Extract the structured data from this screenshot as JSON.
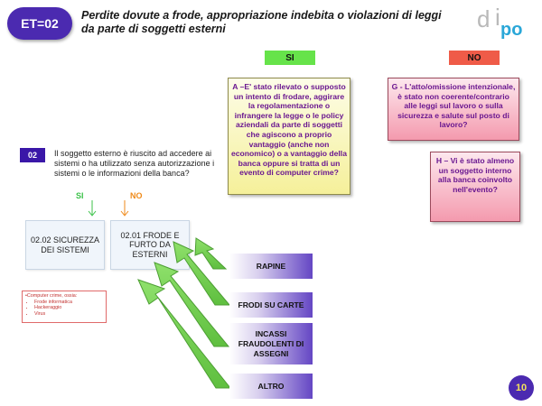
{
  "header": {
    "badge": "ET=02",
    "title": "Perdite dovute a frode, appropriazione indebita o violazioni di leggi da parte di soggetti esterni",
    "logo": {
      "d": "d",
      "i": "i",
      "po": "po"
    }
  },
  "tags": {
    "si": "SI",
    "no": "NO"
  },
  "boxes": {
    "a": "A –E' stato rilevato o supposto un intento di frodare, aggirare la regolamentazione o infrangere la legge o le policy aziendali da parte di soggetti che agiscono a proprio vantaggio (anche non economico) o a vantaggio della banca oppure si tratta di un evento di computer crime?",
    "g": "G - L'atto/omissione intenzionale, è stato non coerente/contrario alle leggi sul lavoro o sulla sicurezza e salute sul posto di lavoro?",
    "h": "H – Vi è stato almeno un soggetto interno alla banca coinvolto nell'evento?"
  },
  "question": {
    "num": "02",
    "text": "Il soggetto esterno è riuscito ad accedere ai sistemi o ha utilizzato senza autorizzazione i sistemi o le informazioni della banca?",
    "si": "SI",
    "no": "NO"
  },
  "results": {
    "r1": "02.02 SICUREZZA DEI SISTEMI",
    "r2": "02.01 FRODE E FURTO DA ESTERNI"
  },
  "note": {
    "title": "•Computer crime, ossia:",
    "items": [
      "Frode informatica",
      "Hackeraggio",
      "Virus"
    ]
  },
  "categories": [
    "RAPINE",
    "FRODI SU CARTE",
    "INCASSI FRAUDOLENTI DI ASSEGNI",
    "ALTRO"
  ],
  "page_number": "10",
  "colors": {
    "accent_purple": "#4b2ab0",
    "tag_si": "#66e34a",
    "tag_no": "#ef5b48",
    "arrow_green": "#6cc94a",
    "box_text": "#6a1790"
  }
}
